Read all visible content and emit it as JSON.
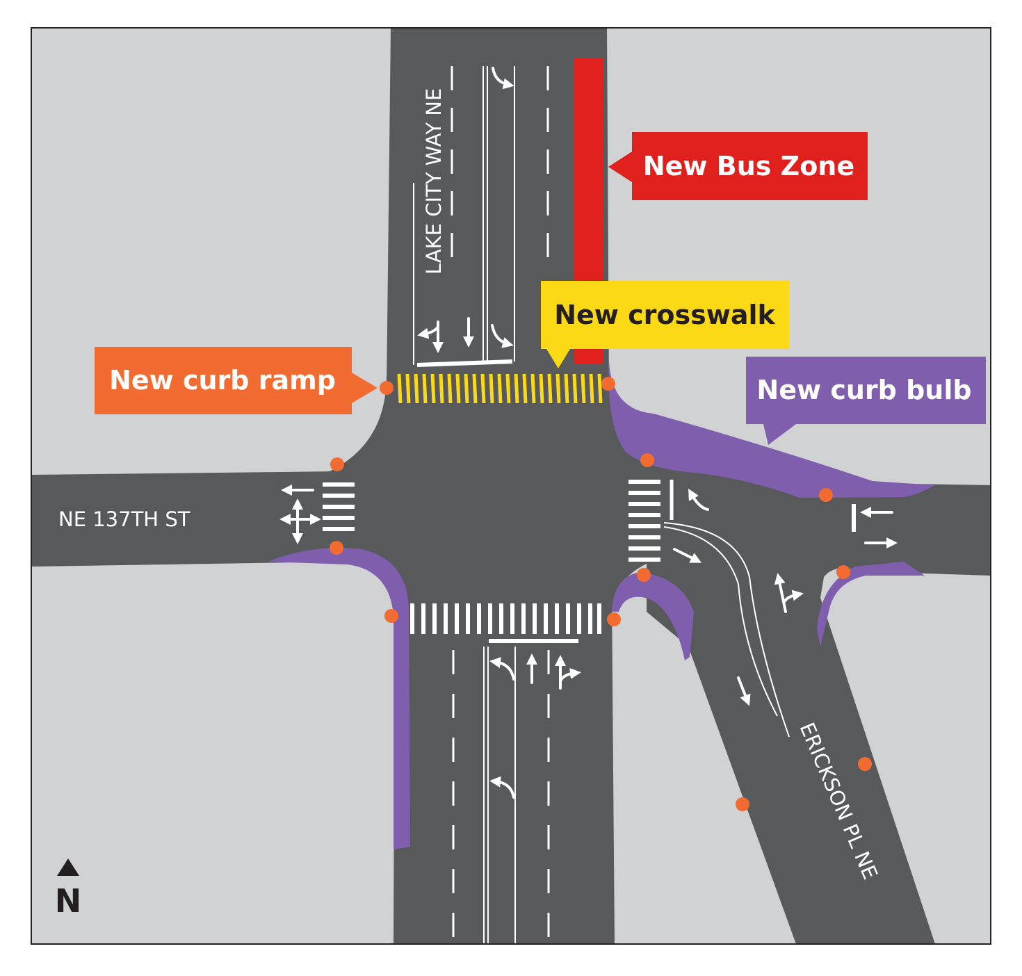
{
  "streets": {
    "north_south": "LAKE CITY WAY NE",
    "west": "NE 137TH ST",
    "southeast": "ERICKSON PL NE"
  },
  "callouts": {
    "bus_zone": "New Bus Zone",
    "crosswalk": "New crosswalk",
    "curb_ramp": "New curb ramp",
    "curb_bulb": "New curb bulb"
  },
  "north_label": "N",
  "colors": {
    "background": "#d1d2d4",
    "road": "#58595b",
    "curb_bulb": "#7f5fad",
    "bus_zone": "#e0201d",
    "crosswalk_new": "#fcd916",
    "curb_ramp": "#f26b30",
    "markings": "#ffffff",
    "text_dark": "#231f20"
  },
  "icons": {
    "north": "north-arrow-icon",
    "curb_ramp_dot": "curb-ramp-dot-icon",
    "lane_arrow": "lane-arrow-icon"
  }
}
